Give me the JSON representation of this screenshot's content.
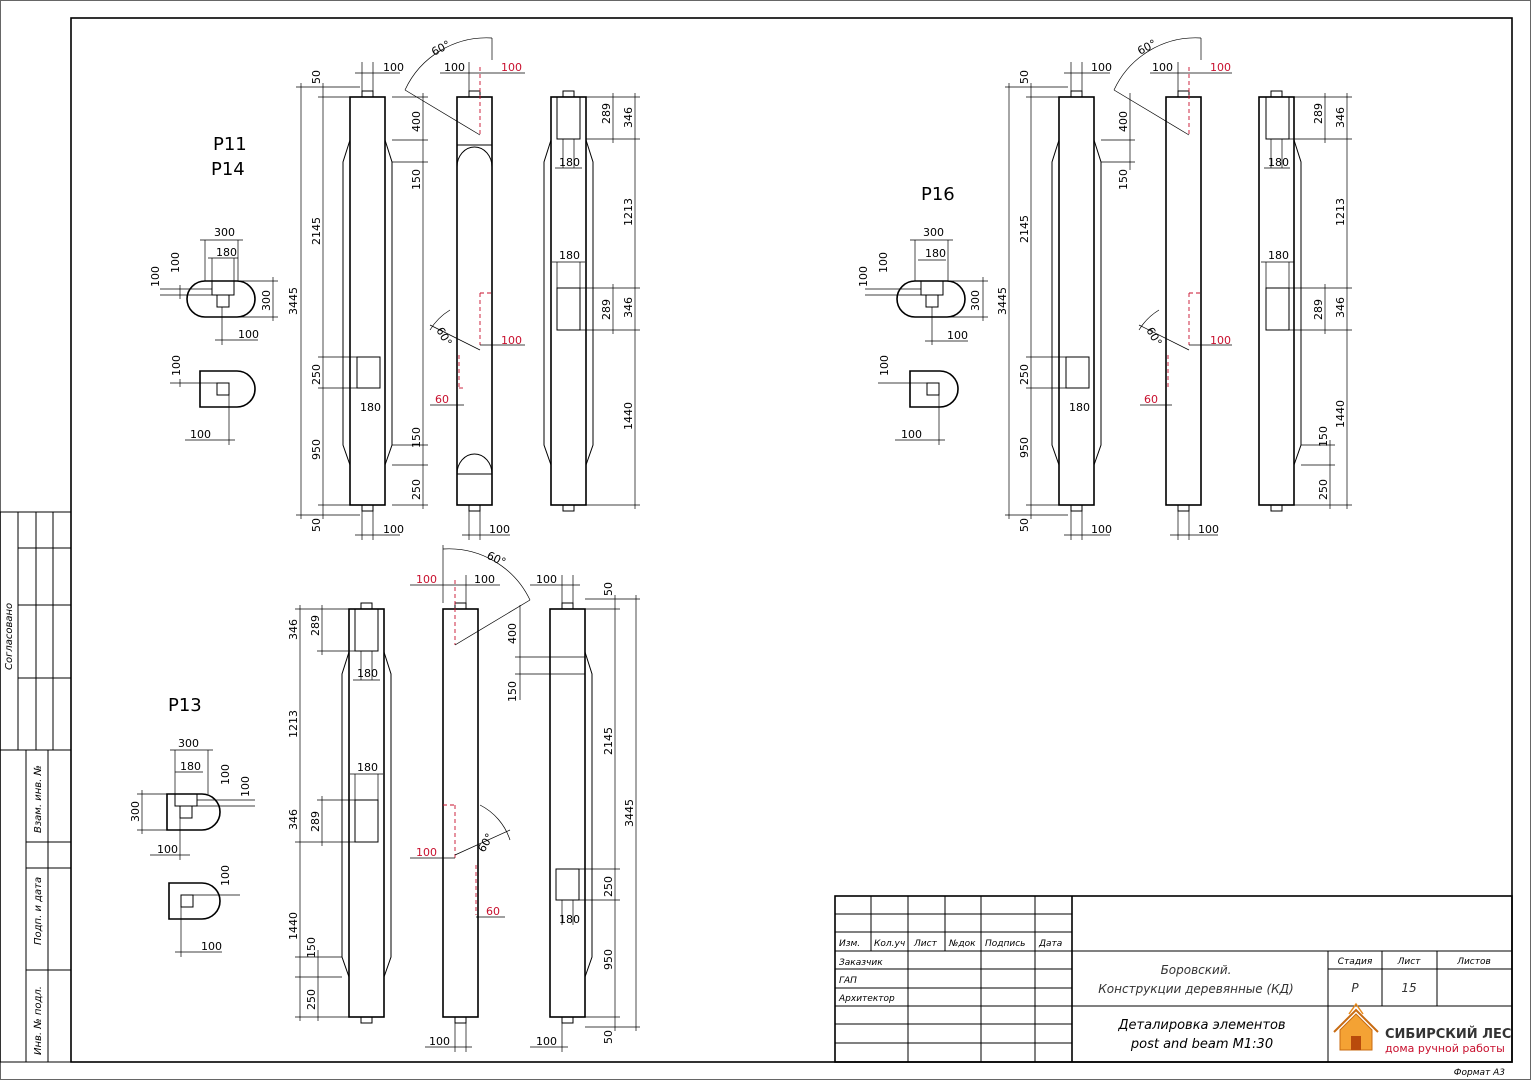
{
  "drawing": {
    "elements": [
      {
        "id": "P11_P14",
        "labels": [
          "Р11",
          "Р14"
        ]
      },
      {
        "id": "P16",
        "labels": [
          "Р16"
        ]
      },
      {
        "id": "P13",
        "labels": [
          "Р13"
        ]
      }
    ],
    "dimensions": {
      "d50": "50",
      "d100": "100",
      "d60deg": "60°",
      "d400": "400",
      "d150": "150",
      "d2145": "2145",
      "d3445": "3445",
      "d250": "250",
      "d950": "950",
      "d289": "289",
      "d346": "346",
      "d180": "180",
      "d1213": "1213",
      "d1440": "1440",
      "d60": "60",
      "d300": "300"
    }
  },
  "sidebar": {
    "agreed": "Согласовано",
    "inv_replace": "Взам. инв. №",
    "sign_date": "Подп. и дата",
    "inv_orig": "Инв. № подл."
  },
  "title_block": {
    "cols": [
      "Изм.",
      "Кол.уч",
      "Лист",
      "№док",
      "Подпись",
      "Дата"
    ],
    "roles": [
      "Заказчик",
      "ГАП",
      "Архитектор"
    ],
    "project_line1": "Боровский.",
    "project_line2": "Конструкции деревянные (КД)",
    "stage_label": "Стадия",
    "sheet_label": "Лист",
    "sheets_label": "Листов",
    "stage_value": "Р",
    "sheet_value": "15",
    "sheets_value": "",
    "desc_line1": "Деталировка элементов",
    "desc_line2": "post and beam M1:30",
    "logo_title": "СИБИРСКИЙ ЛЕС",
    "logo_subtitle": "дома ручной работы"
  },
  "format": "Формат А3"
}
